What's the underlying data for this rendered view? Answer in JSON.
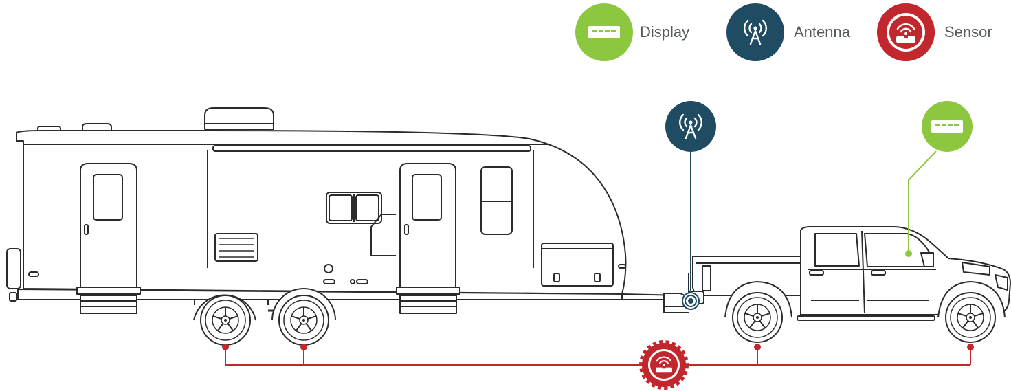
{
  "legend": {
    "display_label": "Display",
    "antenna_label": "Antenna",
    "sensor_label": "Sensor"
  },
  "colors": {
    "display": "#8dc63f",
    "antenna": "#1f4b63",
    "sensor": "#c1272d",
    "outline": "#2b2b2b"
  },
  "icons": {
    "display": "display-icon",
    "antenna": "antenna-icon",
    "sensor": "tire-sensor-icon"
  }
}
